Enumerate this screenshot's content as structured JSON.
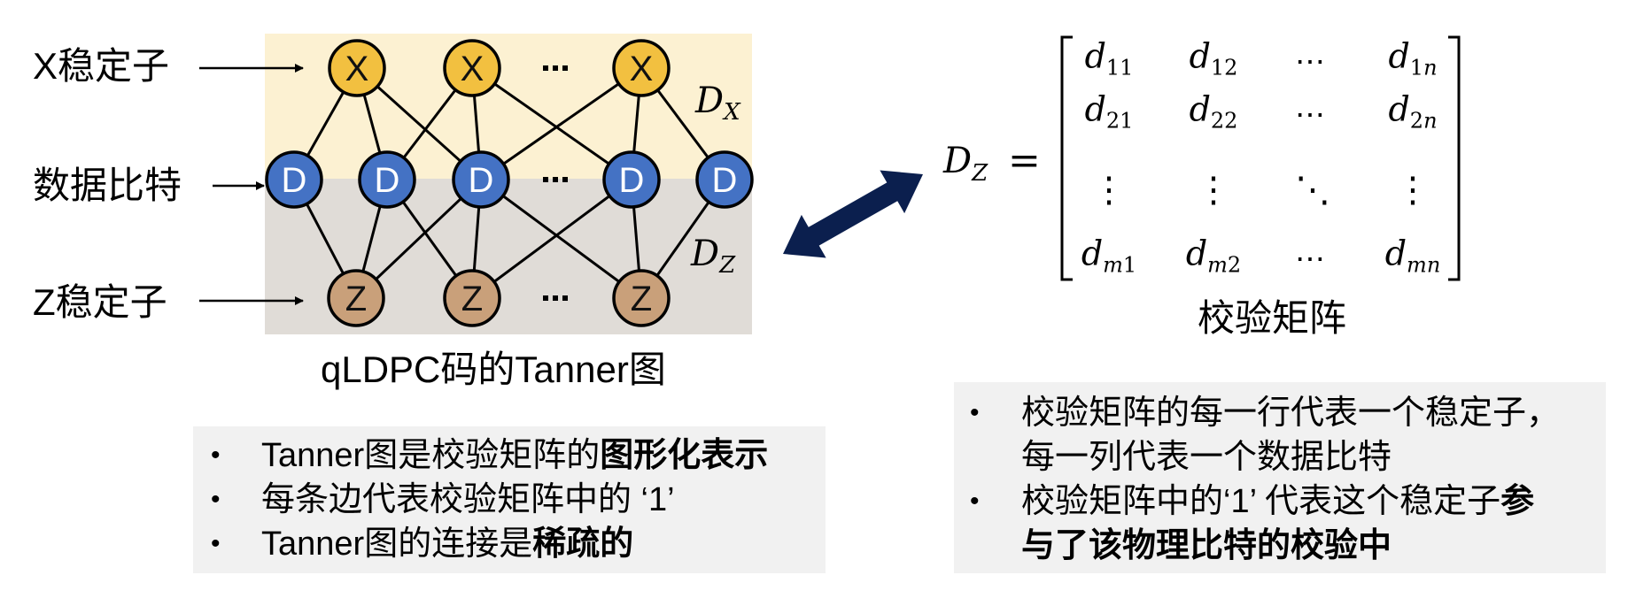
{
  "left_labels": {
    "x_stabilizer": "X稳定子",
    "data_bits": "数据比特",
    "z_stabilizer": "Z稳定子"
  },
  "tanner_graph": {
    "caption": "qLDPC码的Tanner图",
    "region_labels": {
      "dx": "D",
      "dx_sub": "X",
      "dz": "D",
      "dz_sub": "Z"
    },
    "colors": {
      "x_region": "#fcf1d2",
      "z_region": "#e0dcd7",
      "x_node": "#f2c040",
      "d_node": "#4472c4",
      "z_node": "#c9a07a",
      "edge": "#000000"
    },
    "x_nodes": [
      {
        "id": "X1",
        "label": "X"
      },
      {
        "id": "X2",
        "label": "X"
      },
      {
        "id": "X3",
        "label": "X"
      }
    ],
    "d_nodes": [
      {
        "id": "D1",
        "label": "D"
      },
      {
        "id": "D2",
        "label": "D"
      },
      {
        "id": "D3",
        "label": "D"
      },
      {
        "id": "D4",
        "label": "D"
      },
      {
        "id": "D5",
        "label": "D"
      }
    ],
    "z_nodes": [
      {
        "id": "Z1",
        "label": "Z"
      },
      {
        "id": "Z2",
        "label": "Z"
      },
      {
        "id": "Z3",
        "label": "Z"
      }
    ],
    "ellipsis": "···",
    "edges": [
      [
        "X1",
        "D1"
      ],
      [
        "X1",
        "D2"
      ],
      [
        "X1",
        "D3"
      ],
      [
        "X2",
        "D2"
      ],
      [
        "X2",
        "D3"
      ],
      [
        "X2",
        "D4"
      ],
      [
        "X3",
        "D3"
      ],
      [
        "X3",
        "D4"
      ],
      [
        "X3",
        "D5"
      ],
      [
        "Z1",
        "D1"
      ],
      [
        "Z1",
        "D2"
      ],
      [
        "Z1",
        "D3"
      ],
      [
        "Z2",
        "D2"
      ],
      [
        "Z2",
        "D3"
      ],
      [
        "Z2",
        "D4"
      ],
      [
        "Z3",
        "D3"
      ],
      [
        "Z3",
        "D4"
      ],
      [
        "Z3",
        "D5"
      ]
    ]
  },
  "connector": {
    "type": "double-arrow",
    "color": "#0b1f4e"
  },
  "matrix": {
    "lhs": "D",
    "lhs_sub": "Z",
    "equals": "=",
    "rows": [
      [
        {
          "b": "d",
          "s": "11"
        },
        {
          "b": "d",
          "s": "12"
        },
        {
          "dots": "⋯"
        },
        {
          "b": "d",
          "s": "1",
          "si": "n"
        }
      ],
      [
        {
          "b": "d",
          "s": "21"
        },
        {
          "b": "d",
          "s": "22"
        },
        {
          "dots": "⋯"
        },
        {
          "b": "d",
          "s": "2",
          "si": "n"
        }
      ],
      [
        {
          "dots": "⋮"
        },
        {
          "dots": "⋮"
        },
        {
          "dots": "⋱"
        },
        {
          "dots": "⋮"
        }
      ],
      [
        {
          "b": "d",
          "si": "m",
          "s2": "1"
        },
        {
          "b": "d",
          "si": "m",
          "s2": "2"
        },
        {
          "dots": "⋯"
        },
        {
          "b": "d",
          "si": "mn"
        }
      ]
    ],
    "caption": "校验矩阵"
  },
  "notes_left": {
    "bullet": "•",
    "items": [
      {
        "normal": "Tanner图是校验矩阵的",
        "bold": "图形化表示"
      },
      {
        "normal": "每条边代表校验矩阵中的 ‘1’",
        "bold": ""
      },
      {
        "normal": "Tanner图的连接是",
        "bold": "稀疏的"
      }
    ]
  },
  "notes_right": {
    "bullet": "•",
    "lines": [
      {
        "normal": "校验矩阵的每一行代表一个稳定子，",
        "bold": "",
        "bullet": true
      },
      {
        "normal": "每一列代表一个数据比特",
        "bold": "",
        "bullet": false
      },
      {
        "normal": "校验矩阵中的‘1’ 代表这个稳定子",
        "bold": "参",
        "bullet": true
      },
      {
        "normal": "",
        "bold": "与了该物理比特的校验中",
        "bullet": false
      }
    ]
  }
}
